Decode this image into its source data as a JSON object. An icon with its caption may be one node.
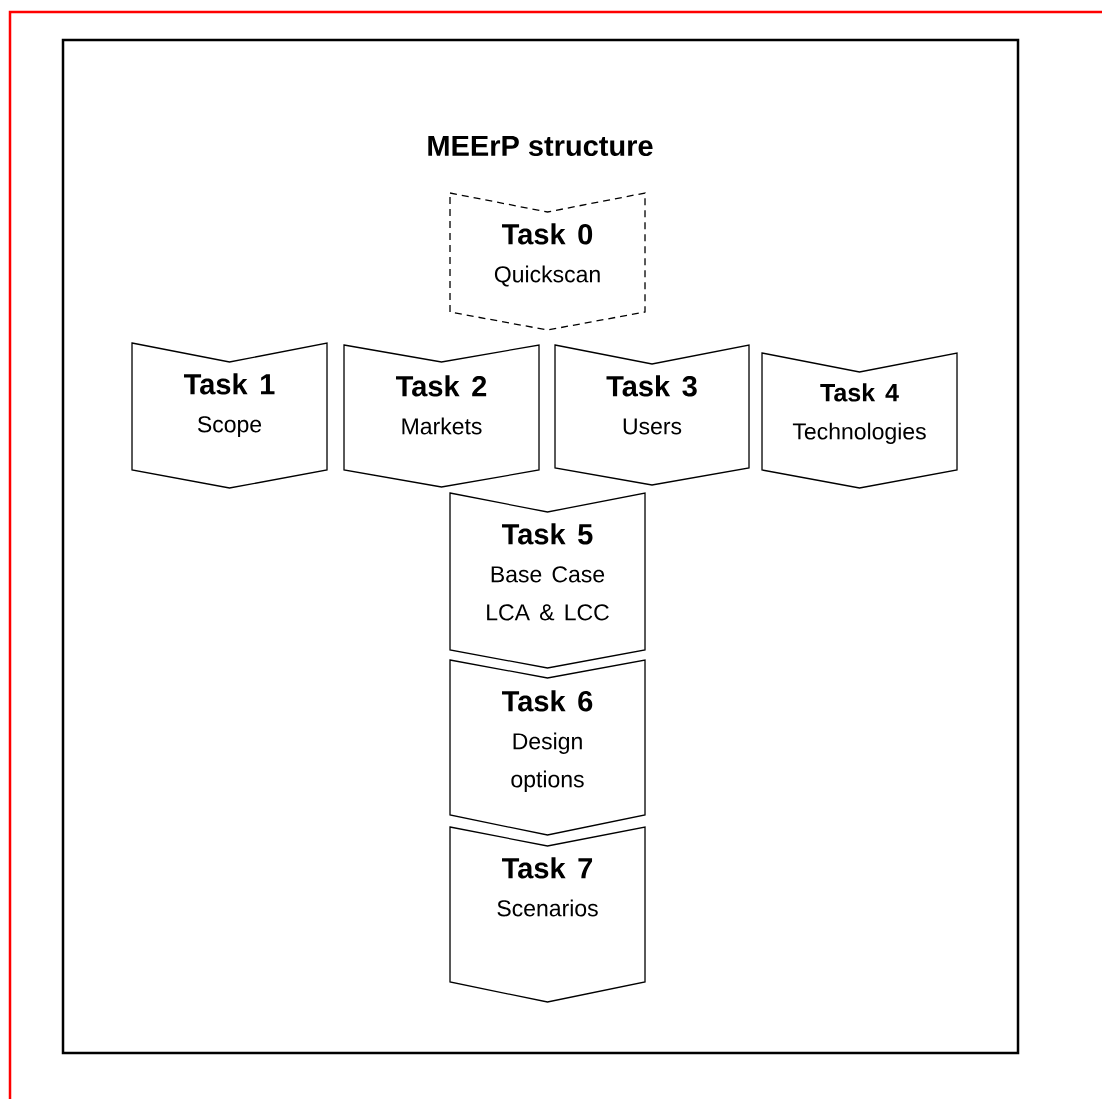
{
  "diagram": {
    "title": "MEErP structure",
    "nodes": [
      {
        "text": [
          "Task 0",
          "Quickscan"
        ]
      },
      {
        "text": [
          "Task 1",
          "Scope"
        ]
      },
      {
        "text": [
          "Task 2",
          "Markets"
        ]
      },
      {
        "text": [
          "Task 3",
          "Users"
        ]
      },
      {
        "text": [
          "Task 4",
          "Technologies"
        ]
      },
      {
        "text": [
          "Task 5",
          "Base Case LCA & LCC"
        ]
      },
      {
        "text": [
          "Task 6",
          "Design options"
        ]
      },
      {
        "text": [
          "Task 7",
          "Scenarios"
        ]
      }
    ]
  }
}
